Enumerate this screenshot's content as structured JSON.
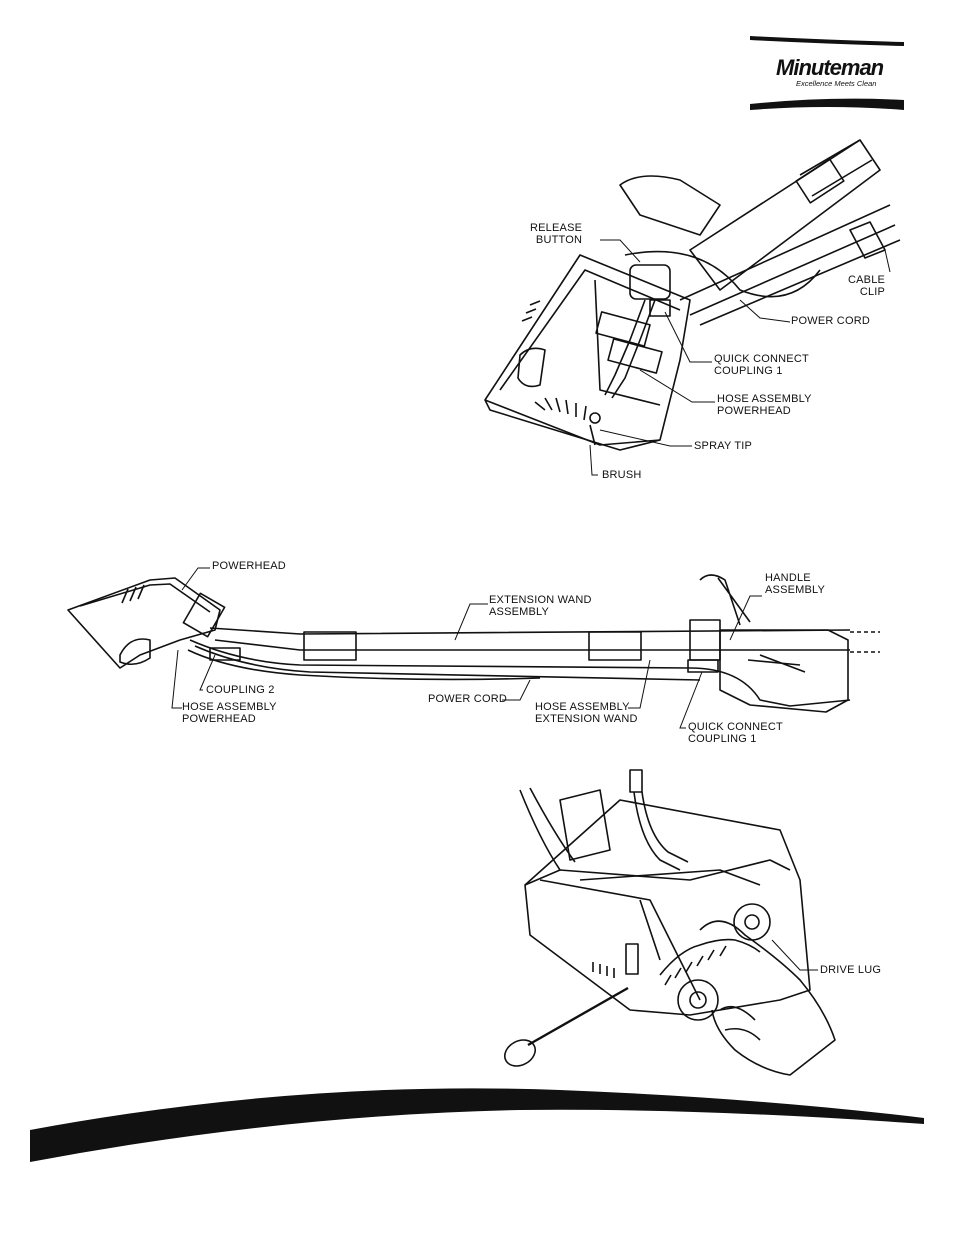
{
  "brand": {
    "name": "Minuteman",
    "tagline": "Excellence Meets Clean"
  },
  "figure1": {
    "labels": {
      "release_button": "RELEASE\nBUTTON",
      "cable_clip": "CABLE\nCLIP",
      "power_cord": "POWER CORD",
      "quick_connect": "QUICK CONNECT\nCOUPLING 1",
      "hose_powerhead": "HOSE ASSEMBLY\nPOWERHEAD",
      "spray_tip": "SPRAY TIP",
      "brush": "BRUSH"
    }
  },
  "figure2": {
    "labels": {
      "powerhead": "POWERHEAD",
      "extension_wand": "EXTENSION WAND\nASSEMBLY",
      "handle_assembly": "HANDLE\nASSEMBLY",
      "coupling2": "COUPLING 2",
      "hose_powerhead": "HOSE ASSEMBLY\nPOWERHEAD",
      "power_cord": "POWER CORD",
      "hose_extension": "HOSE ASSEMBLY\nEXTENSION WAND",
      "quick_connect": "QUICK CONNECT\nCOUPLING 1"
    }
  },
  "figure3": {
    "labels": {
      "drive_lug": "DRIVE LUG"
    }
  }
}
